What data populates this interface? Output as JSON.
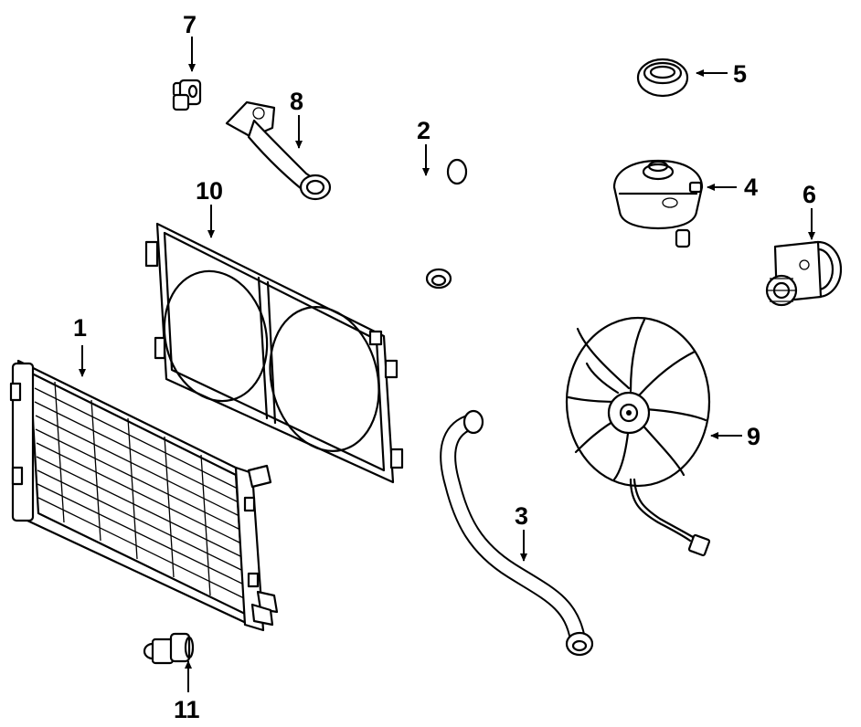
{
  "diagram": {
    "callouts": {
      "c1": "1",
      "c2": "2",
      "c3": "3",
      "c4": "4",
      "c5": "5",
      "c6": "6",
      "c7": "7",
      "c8": "8",
      "c9": "9",
      "c10": "10",
      "c11": "11"
    },
    "line_color": "#000000",
    "background": "#ffffff"
  }
}
